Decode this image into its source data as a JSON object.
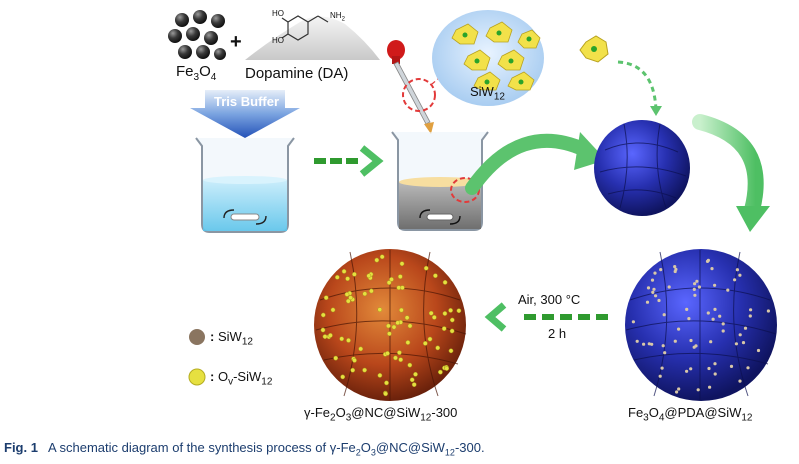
{
  "reagents": {
    "fe3o4": {
      "base": "Fe",
      "sub1": "3",
      "mid": "O",
      "sub2": "4"
    },
    "plus": "+",
    "dopamine": "Dopamine (DA)",
    "structure_labels": {
      "ho_top": "HO",
      "ho_bottom": "HO",
      "nh2": "NH",
      "nh2_sub": "2"
    }
  },
  "buffer_label": "Tris Buffer",
  "siw12_cluster": {
    "base": "SiW",
    "sub": "12"
  },
  "step3": {
    "line1": "Air,  300 °C",
    "line2": "2 h"
  },
  "legend": [
    {
      "marker": ":",
      "base": "SiW",
      "sub": "12",
      "color": "#8a7560"
    },
    {
      "marker": ":",
      "base": "O",
      "sub_v": "v",
      "suffix": "-SiW",
      "sub": "12",
      "color": "#e6e040"
    }
  ],
  "products": {
    "final": {
      "prefix": "γ-Fe",
      "s1": "2",
      "m1": "O",
      "s2": "3",
      "rest": "@NC@SiW",
      "s3": "12",
      "tail": "-300"
    },
    "intermediate": {
      "prefix": "Fe",
      "s1": "3",
      "m1": "O",
      "s2": "4",
      "rest": "@PDA@SiW",
      "s3": "12"
    }
  },
  "caption": {
    "tag": "Fig. 1",
    "text_a": "A schematic diagram of the synthesis process of γ-Fe",
    "s1": "2",
    "m1": "O",
    "s2": "3",
    "m2": "@NC@SiW",
    "s3": "12",
    "tail": "-300."
  },
  "colors": {
    "green_arrow": "#5cc36e",
    "dashed_green": "#2f9a2f",
    "blue_sphere": "#2b2fa8",
    "red_sphere": "#b9471b",
    "yellow_polyhedron": "#f2e14a",
    "caption_text": "#1c3d6e"
  }
}
